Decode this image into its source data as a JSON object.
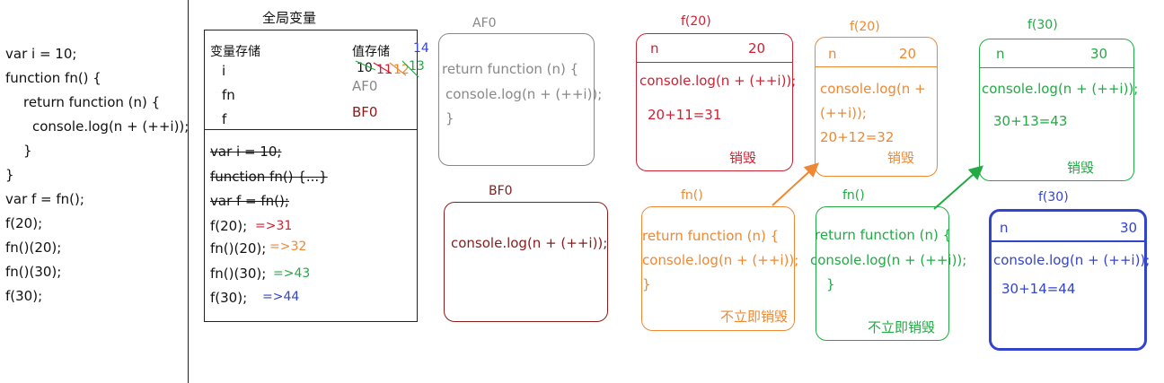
{
  "colors": {
    "red": "#cc2233",
    "darkred": "#8b1a1a",
    "orange": "#ee8833",
    "green": "#22aa44",
    "blue": "#3344cc",
    "gray": "#888888",
    "teal": "#3399cc"
  },
  "code": {
    "lines": [
      "var i = 10;",
      "function fn() {",
      "return function (n) {",
      "console.log(n + (++i));",
      "}",
      "}",
      "var f = fn();",
      "f(20);",
      "fn()(20);",
      "fn()(30);",
      "f(30);"
    ]
  },
  "global": {
    "title": "全局变量",
    "var_header": "变量存储",
    "val_header": "值存储",
    "vars": [
      "i",
      "fn",
      "f"
    ],
    "i_values": [
      "10",
      "11",
      "12",
      "13",
      "14"
    ],
    "fn_value": "AF0",
    "f_value": "BF0",
    "steps": [
      {
        "code": "var i = 10;",
        "result": ""
      },
      {
        "code": "function fn() {...}",
        "result": ""
      },
      {
        "code": "var f = fn();",
        "result": ""
      },
      {
        "code": "f(20);",
        "result": "=>31"
      },
      {
        "code": "fn()(20);",
        "result": "=>32"
      },
      {
        "code": "fn()(30);",
        "result": "=>43"
      },
      {
        "code": "f(30);",
        "result": "=>44"
      }
    ]
  },
  "af0": {
    "label": "AF0",
    "lines": [
      "return function (n) {",
      "console.log(n + (++i));",
      "}"
    ]
  },
  "bf0": {
    "label": "BF0",
    "line": "console.log(n + (++i));"
  },
  "f20_a": {
    "label": "f(20)",
    "n_label": "n",
    "n_value": "20",
    "log": "console.log(n + (++i));",
    "calc": "20+11=31",
    "status": "销毁"
  },
  "f20_b": {
    "label": "f(20)",
    "n_label": "n",
    "n_value": "20",
    "log_1": "console.log(n +",
    "log_2": "(++i));",
    "calc": "20+12=32",
    "status": "销毁"
  },
  "f30_a": {
    "label": "f(30)",
    "n_label": "n",
    "n_value": "30",
    "log": "console.log(n + (++i));",
    "calc": "30+13=43",
    "status": "销毁"
  },
  "fn_a": {
    "label": "fn()",
    "lines": [
      "return function (n) {",
      "console.log(n + (++i));",
      "}"
    ],
    "status": "不立即销毁"
  },
  "fn_b": {
    "label": "fn()",
    "lines": [
      "return function (n) {",
      "console.log(n + (++i));",
      "}"
    ],
    "status": "不立即销毁"
  },
  "f30_b": {
    "label": "f(30)",
    "n_label": "n",
    "n_value": "30",
    "log": "console.log(n + (++i));",
    "calc": "30+14=44"
  }
}
